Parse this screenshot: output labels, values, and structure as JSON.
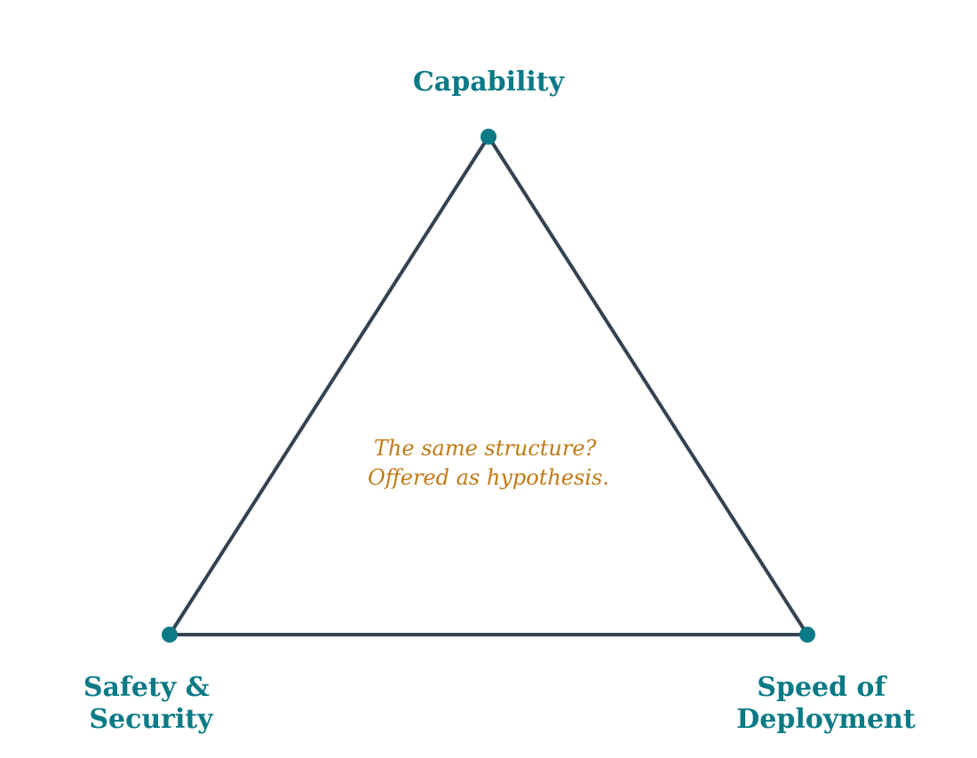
{
  "colors": {
    "vertex_label": "#0b7a86",
    "vertex_dot": "#0b7a86",
    "edge": "#344250",
    "note": "#c07a14",
    "background": "#ffffff"
  },
  "vertices": {
    "top": {
      "label": "Capability"
    },
    "bottom_left": {
      "label_lines": [
        "Safety &",
        "Security"
      ]
    },
    "bottom_right": {
      "label_lines": [
        "Speed of",
        "Deployment"
      ]
    }
  },
  "center_note": {
    "lines": [
      "The same structure?",
      "Offered as hypothesis."
    ]
  }
}
